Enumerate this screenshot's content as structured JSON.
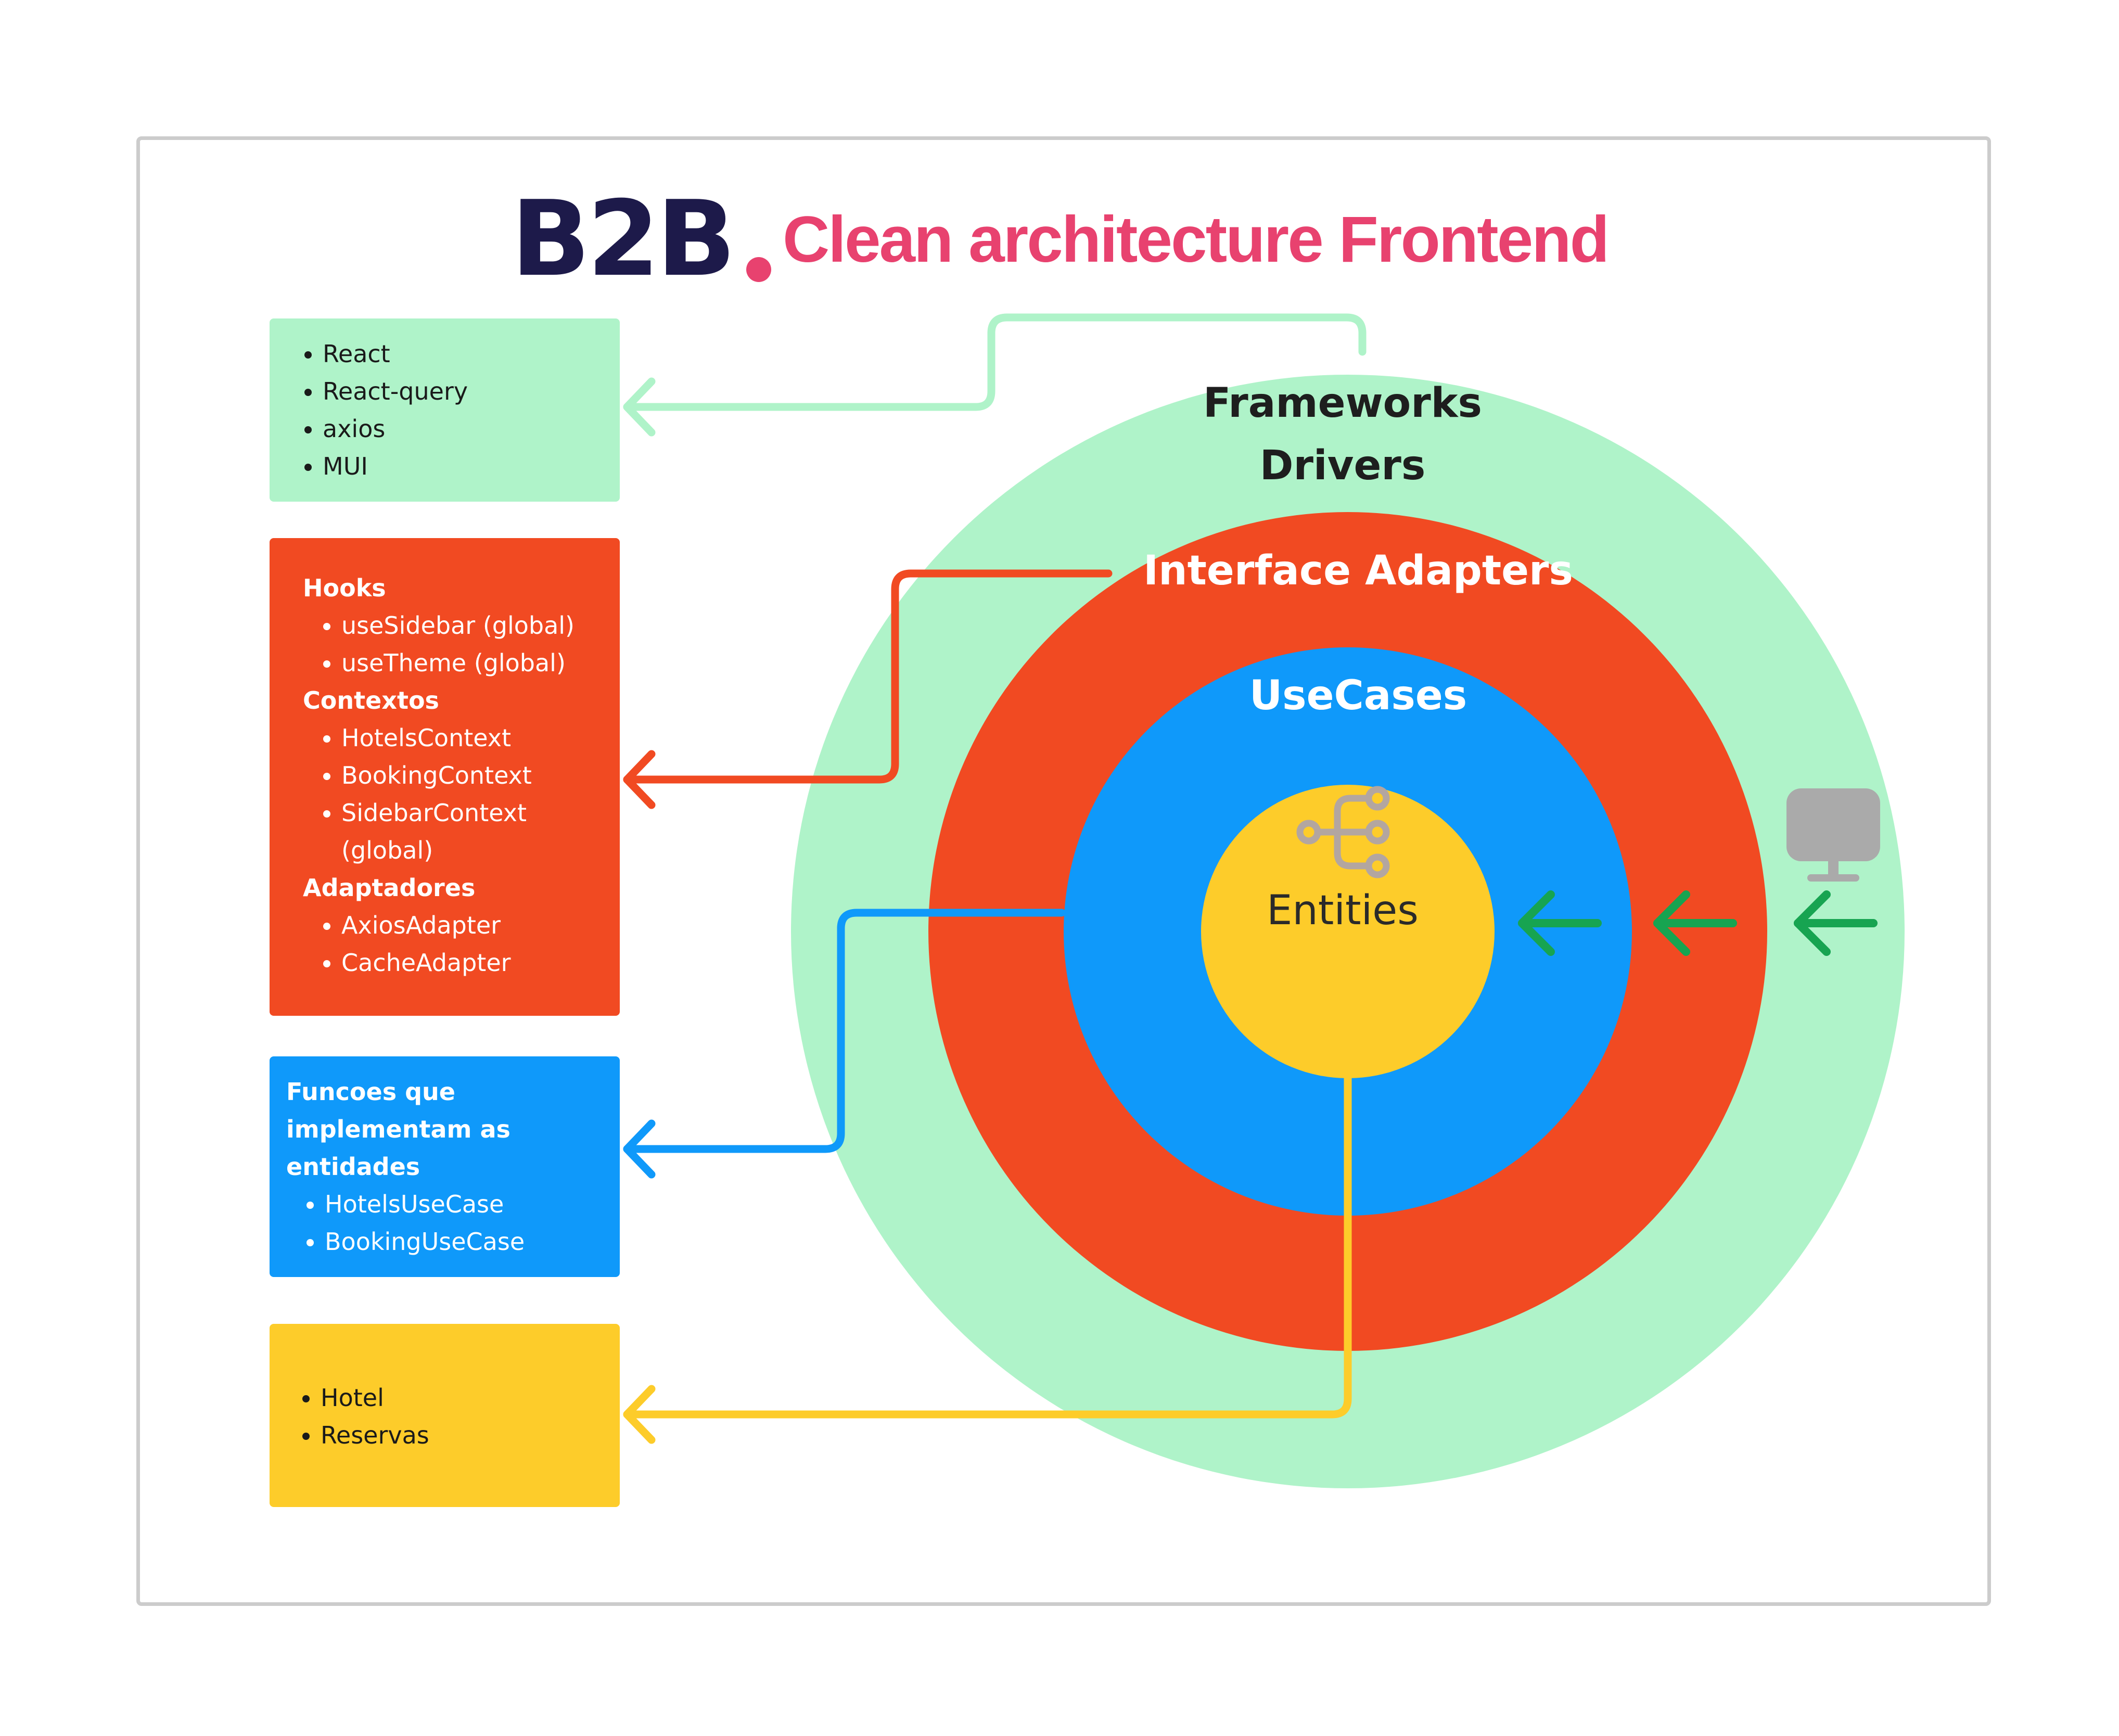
{
  "header": {
    "logo": "B2B",
    "title": "Clean architecture Frontend"
  },
  "colors": {
    "frameworks": "#aff3c9",
    "interface_adapters": "#f14a22",
    "usecases": "#0f99fa",
    "entities": "#fdcc2a",
    "title": "#e8426f",
    "logo": "#1d1a4a",
    "dependency_arrows": "#17a451",
    "monitor_icon": "#aaaaaa"
  },
  "rings": {
    "frameworks": {
      "line1": "Frameworks",
      "line2": "Drivers"
    },
    "interface_adapters": {
      "label": "Interface Adapters"
    },
    "usecases": {
      "label": "UseCases"
    },
    "entities": {
      "label": "Entities",
      "icon": "hierarchy-icon"
    }
  },
  "panels": {
    "frameworks": {
      "items": [
        "React",
        "React-query",
        "axios",
        "MUI"
      ]
    },
    "adapters": {
      "groups": [
        {
          "title": "Hooks",
          "items": [
            "useSidebar (global)",
            "useTheme (global)"
          ]
        },
        {
          "title": "Contextos",
          "items": [
            "HotelsContext",
            "BookingContext",
            "SidebarContext (global)"
          ]
        },
        {
          "title": "Adaptadores",
          "items": [
            "AxiosAdapter",
            "CacheAdapter"
          ]
        }
      ]
    },
    "usecases": {
      "title": "Funcoes que implementam as entidades",
      "items": [
        "HotelsUseCase",
        "BookingUseCase"
      ]
    },
    "entities": {
      "items": [
        "Hotel",
        "Reservas"
      ]
    }
  },
  "icons": {
    "monitor": "monitor-icon",
    "dependency_arrow": "left-arrow-icon"
  }
}
